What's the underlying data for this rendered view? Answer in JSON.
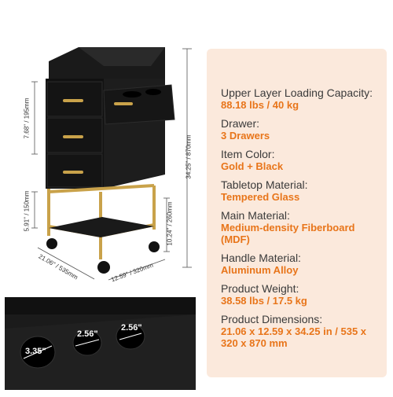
{
  "specs": [
    {
      "label": "Upper Layer Loading Capacity:",
      "value": "88.18 lbs / 40 kg"
    },
    {
      "label": "Drawer:",
      "value": "3 Drawers"
    },
    {
      "label": "Item Color:",
      "value": "Gold + Black"
    },
    {
      "label": "Tabletop Material:",
      "value": "Tempered Glass"
    },
    {
      "label": "Main Material:",
      "value": "Medium-density Fiberboard (MDF)"
    },
    {
      "label": "Handle Material:",
      "value": "Aluminum Alloy"
    },
    {
      "label": "Product Weight:",
      "value": "38.58 lbs / 17.5 kg"
    },
    {
      "label": "Product Dimensions:",
      "value": "21.06 x 12.59 x 34.25 in / 535 x 320 x 870 mm"
    }
  ],
  "dimensions": {
    "height": "34.25\" / 870mm",
    "drawer_height": "7.68\" / 195mm",
    "shelf_height": "5.91\" / 150mm",
    "leg_height": "10.24\" / 260mm",
    "length": "21.06\" / 535mm",
    "width": "12.59\" / 320mm"
  },
  "holes": [
    "3.35\"",
    "2.56\"",
    "2.56\""
  ],
  "colors": {
    "accent": "#e8751a",
    "panel": "#fbe9dc",
    "gold": "#c9a24a",
    "black": "#151515"
  }
}
